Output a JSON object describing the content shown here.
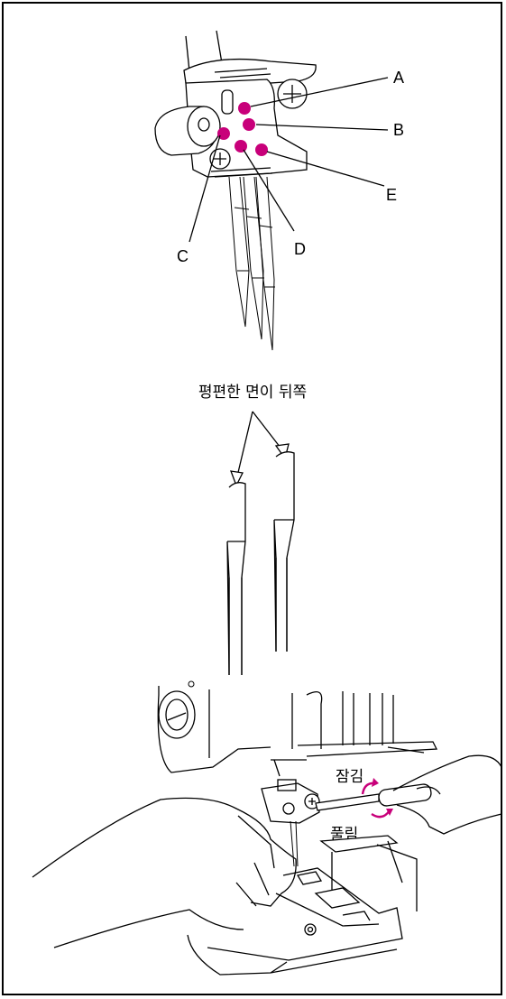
{
  "labels": {
    "a": "A",
    "b": "B",
    "c": "C",
    "d": "D",
    "e": "E"
  },
  "caption": "평편한 면이 뒤쪽",
  "screw_direction": {
    "tighten": "잠김",
    "loosen": "풀림"
  },
  "colors": {
    "marker": "#c8007a",
    "line": "#000000",
    "background": "#ffffff"
  },
  "icons": [
    "needle-position-marker",
    "screw-icon",
    "rotate-arrow-icon"
  ]
}
